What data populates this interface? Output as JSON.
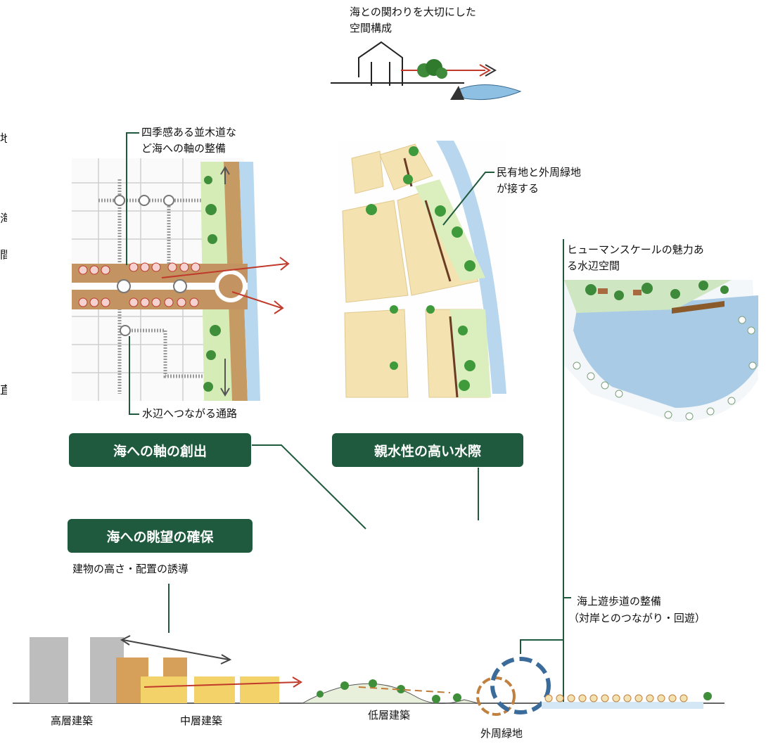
{
  "top_caption": {
    "line1": "海との関わりを大切にした",
    "line2": "空間構成"
  },
  "labels": {
    "avenue": {
      "line1": "四季感ある並木道な",
      "line2": "ど海への軸の整備"
    },
    "passage": "水辺へつながる通路",
    "private_land": {
      "line1": "民有地と外周緑地",
      "line2": "が接する"
    },
    "human_scale": {
      "line1": "ヒューマンスケールの魅力あ",
      "line2": "る水辺空間"
    },
    "building_guidance": "建物の高さ・配置の誘導",
    "promenade": {
      "line1": "海上遊歩道の整備",
      "line2": "（対岸とのつながり・回遊）"
    }
  },
  "buttons": {
    "axis": "海への軸の創出",
    "waterfront": "親水性の高い水際",
    "view": "海への眺望の確保"
  },
  "section_labels": {
    "high_rise": "高層建築",
    "mid_rise": "中層建築",
    "low_rise": "低層建築",
    "perimeter_green": "外周緑地"
  },
  "left_edge_glyphs": [
    "地",
    "海",
    "間",
    "直"
  ],
  "colors": {
    "accent_green": "#1f5a3e",
    "water": "#a9cbe6",
    "path": "#b88a52",
    "lot": "#f4e2b0"
  }
}
